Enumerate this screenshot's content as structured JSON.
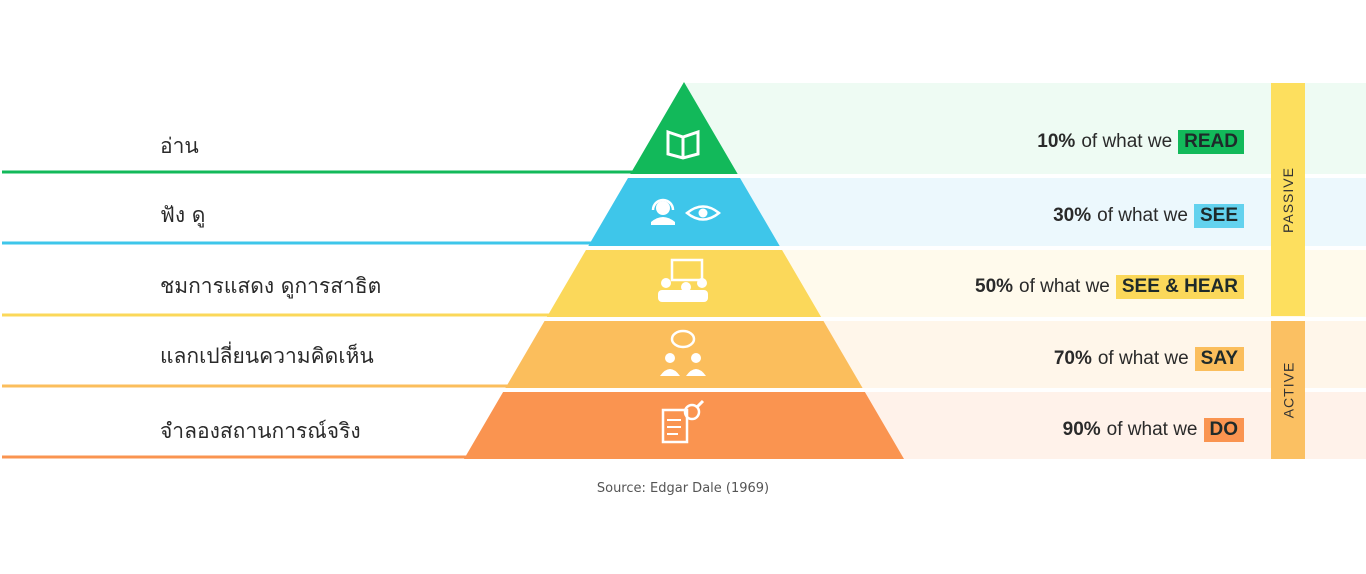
{
  "tiers": [
    {
      "label": "อ่าน",
      "pct": "10%",
      "text": "of what we",
      "tag": "READ",
      "color": "#12b95a",
      "band": "#eefbf3",
      "tag_bg": "#12b95a",
      "icon": "book-icon"
    },
    {
      "label": "ฟัง ดู",
      "pct": "30%",
      "text": "of what we",
      "tag": "SEE",
      "color": "#3ec6ea",
      "band": "#ecf8fd",
      "tag_bg": "#63d2ee",
      "icon": "headset-eye-icon"
    },
    {
      "label": "ชมการแสดง ดูการสาธิต",
      "pct": "50%",
      "text": "of what we",
      "tag": "SEE & HEAR",
      "color": "#fbd85a",
      "band": "#fffaec",
      "tag_bg": "#fbd85a",
      "icon": "presentation-icon"
    },
    {
      "label": "แลกเปลี่ยนความคิดเห็น",
      "pct": "70%",
      "text": "of what we",
      "tag": "SAY",
      "color": "#fbbe5c",
      "band": "#fff6ea",
      "tag_bg": "#fbbe5c",
      "icon": "discussion-icon"
    },
    {
      "label": "จำลองสถานการณ์จริง",
      "pct": "90%",
      "text": "of what we",
      "tag": "DO",
      "color": "#fa9450",
      "band": "#fff2ea",
      "tag_bg": "#fa9450",
      "icon": "document-search-icon"
    }
  ],
  "sidebars": [
    {
      "label": "PASSIVE",
      "color": "#fddf5e"
    },
    {
      "label": "ACTIVE",
      "color": "#fbc062"
    }
  ],
  "source": "Source: Edgar Dale (1969)"
}
